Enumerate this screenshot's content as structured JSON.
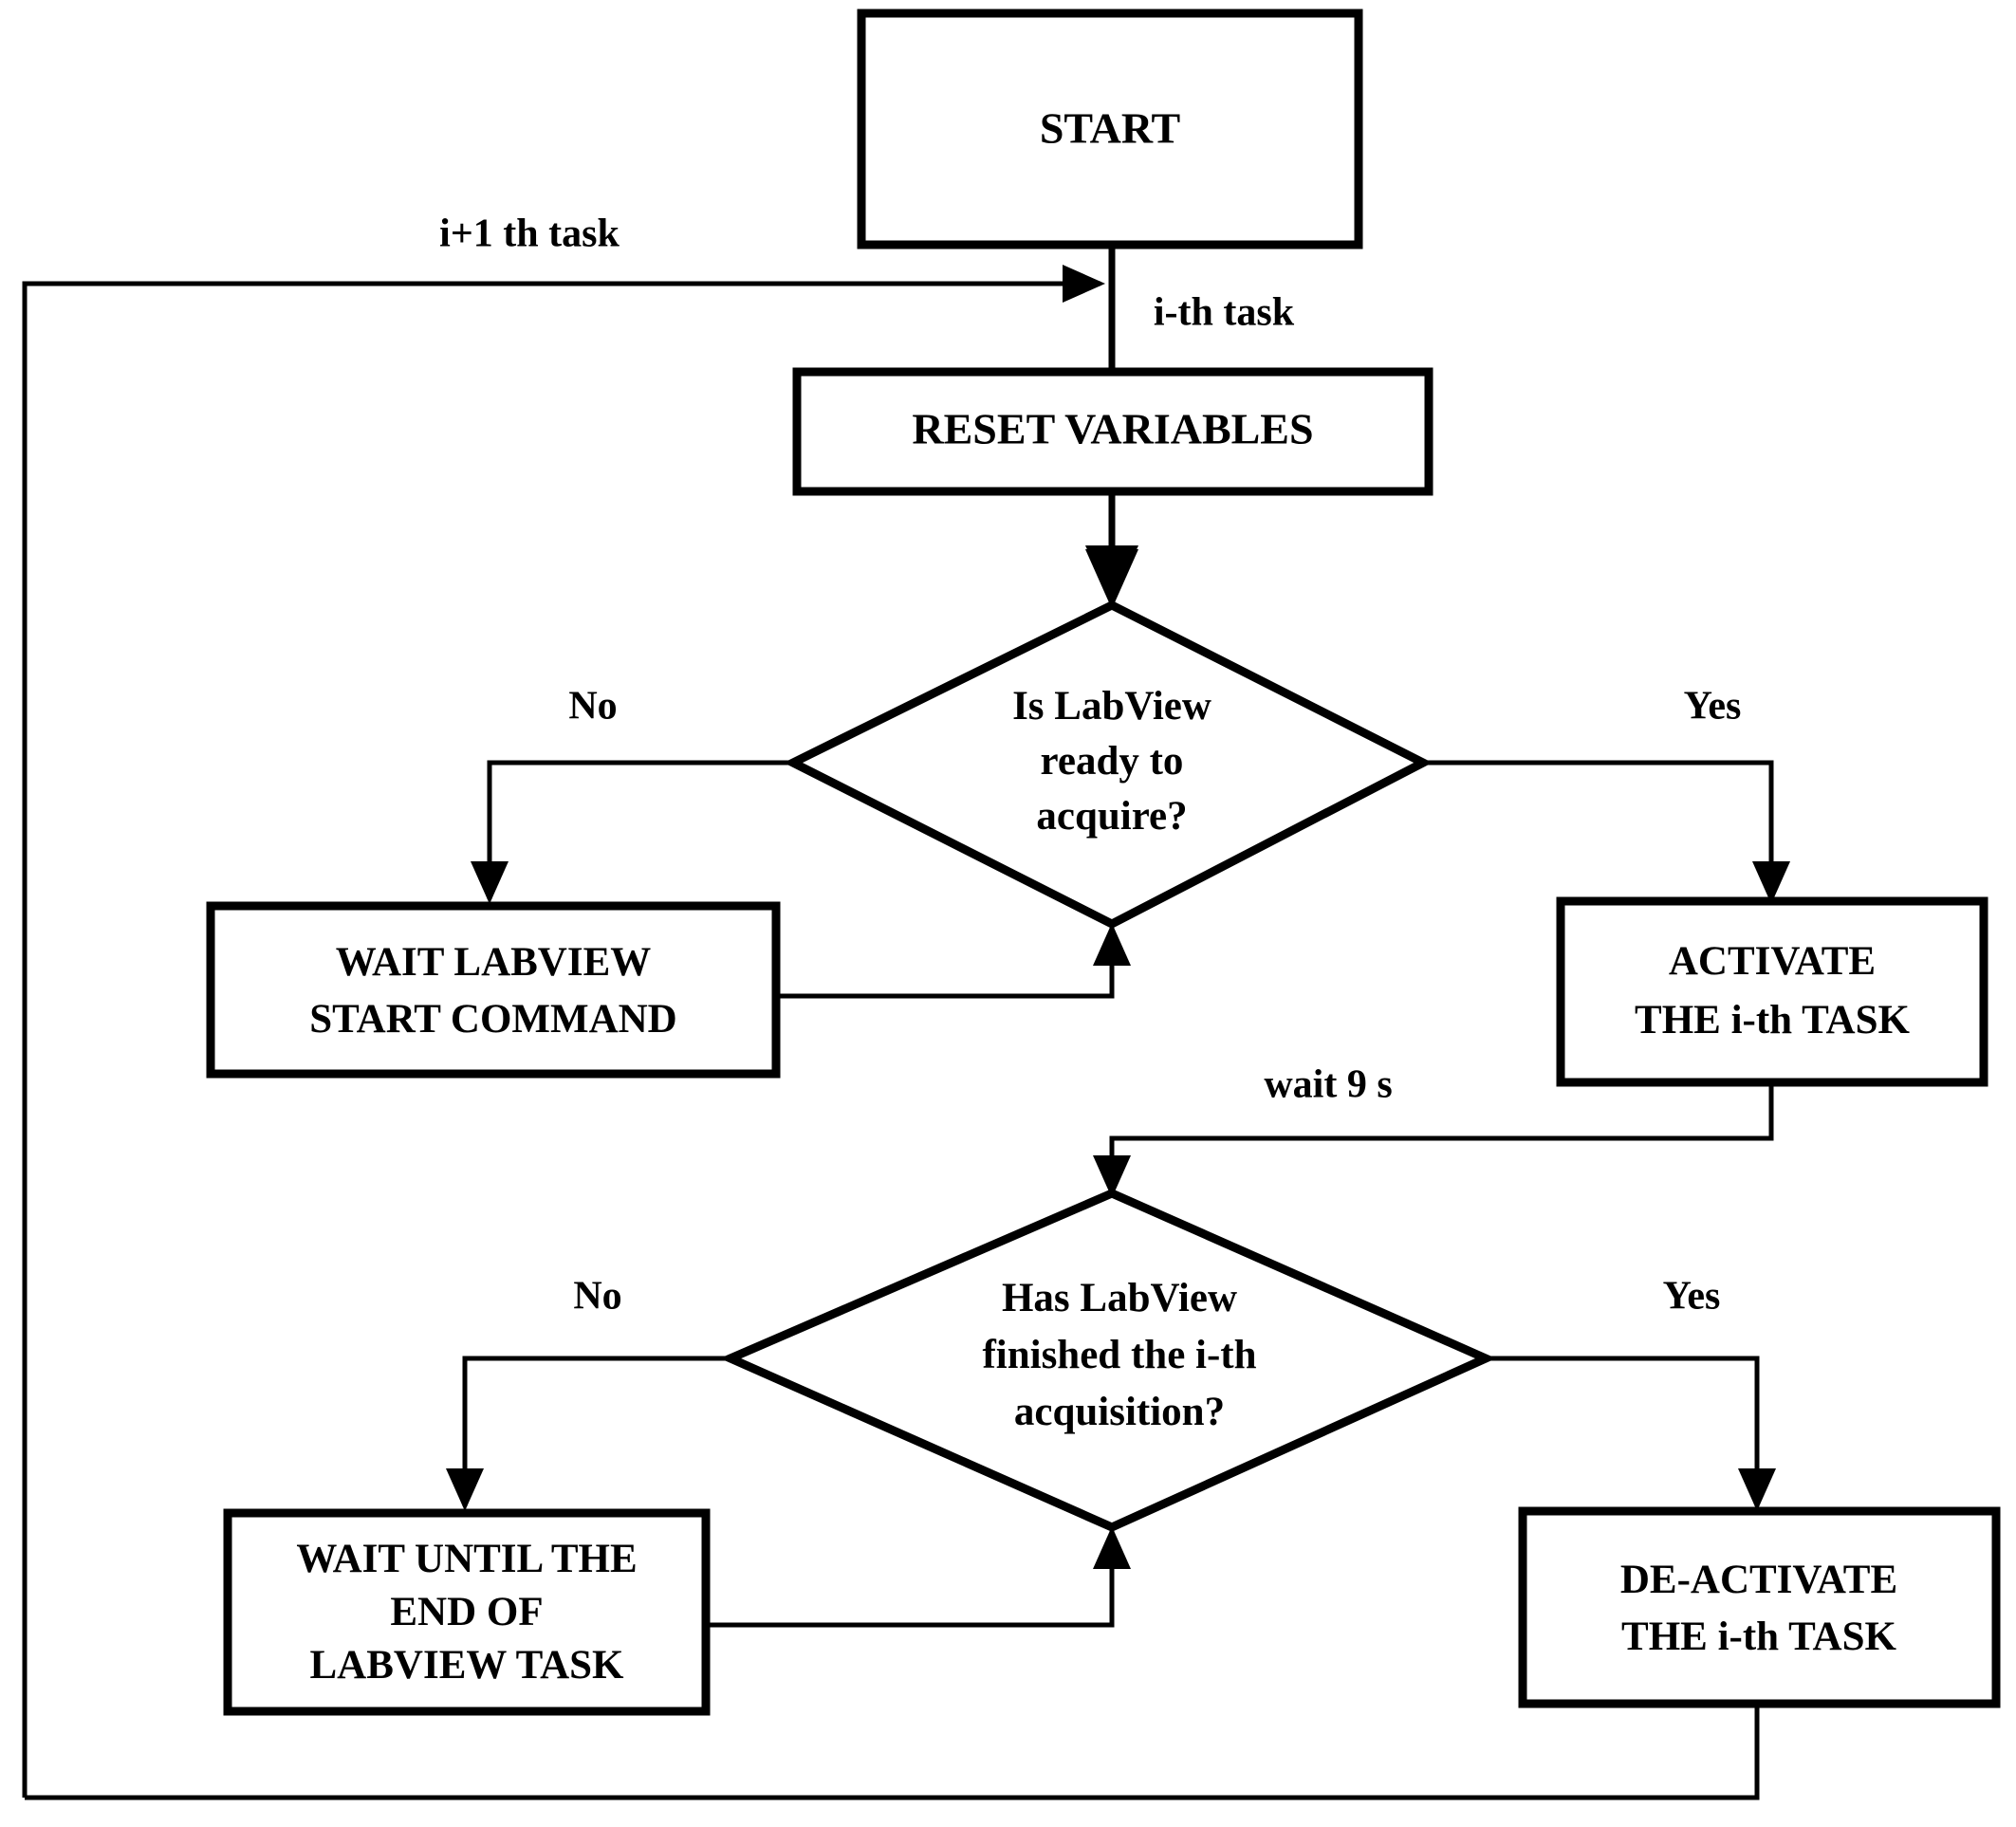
{
  "diagram": {
    "title": "LabView task acquisition control flowchart",
    "background_color": "#ffffff",
    "line_color": "#000000",
    "nodes": {
      "start": {
        "label": "START",
        "shape": "rectangle"
      },
      "reset": {
        "label": "RESET VARIABLES",
        "shape": "rectangle"
      },
      "decision1": {
        "shape": "diamond",
        "line1": "Is LabView",
        "line2": "ready to",
        "line3": "acquire?"
      },
      "wait_start_command": {
        "shape": "rectangle",
        "line1": "WAIT LABVIEW",
        "line2": "START COMMAND"
      },
      "activate_task": {
        "shape": "rectangle",
        "line1": "ACTIVATE",
        "line2": "THE i-th TASK"
      },
      "decision2": {
        "shape": "diamond",
        "line1": "Has LabView",
        "line2": "finished the i-th",
        "line3": "acquisition?"
      },
      "wait_until_end": {
        "shape": "rectangle",
        "line1": "WAIT UNTIL THE",
        "line2": "END OF",
        "line3": "LABVIEW TASK"
      },
      "deactivate_task": {
        "shape": "rectangle",
        "line1": "DE-ACTIVATE",
        "line2": "THE i-th TASK"
      }
    },
    "edge_labels": {
      "next_task": "i+1 th task",
      "current_task": "i-th task",
      "decision1_no": "No",
      "decision1_yes": "Yes",
      "wait_nine_seconds": "wait 9 s",
      "decision2_no": "No",
      "decision2_yes": "Yes"
    }
  }
}
